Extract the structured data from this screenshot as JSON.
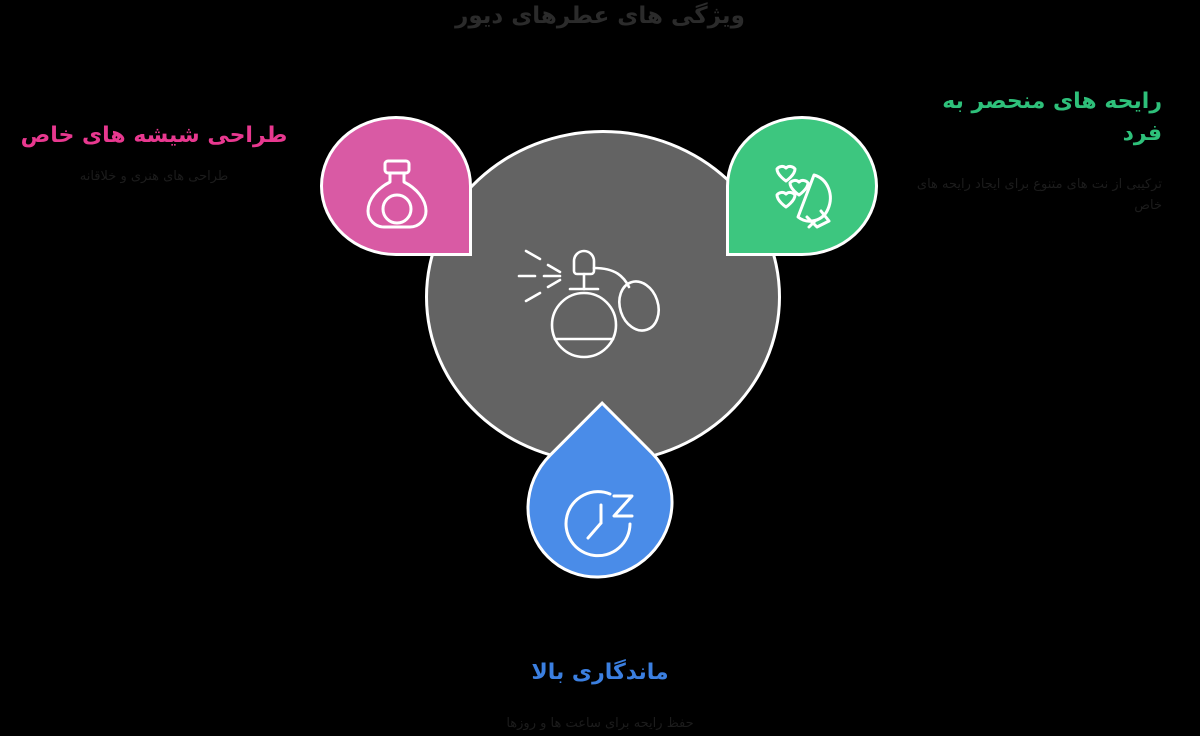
{
  "page": {
    "background_color": "#000000",
    "direction": "rtl"
  },
  "header": {
    "title": "ویژگی های عطرهای دیور",
    "title_color": "#2b2b2b"
  },
  "center": {
    "icon": "perfume-atomizer-icon",
    "fill_color": "#636363",
    "stroke_color": "#ffffff"
  },
  "nodes": [
    {
      "key": "unique-scents",
      "title": "رایحه های منحصر به فرد",
      "subtitle": "ترکیبی از نت های متنوع برای ایجاد رایحه های خاص",
      "color": "#3dc67f",
      "title_color": "#2ec07a",
      "subtitle_color": "#1c1c1c",
      "icon": "flower-bouquet-icon",
      "position": "top-right"
    },
    {
      "key": "bottle-design",
      "title": "طراحی شیشه های خاص",
      "subtitle": "طراحی های هنری و خلاقانه",
      "color": "#d95aa4",
      "title_color": "#e8388f",
      "subtitle_color": "#1c1c1c",
      "icon": "perfume-flask-icon",
      "position": "top-left"
    },
    {
      "key": "longevity",
      "title": "ماندگاری بالا",
      "subtitle": "حفظ رایحه برای ساعت ها و روزها",
      "color": "#4a8ce8",
      "title_color": "#3b7fe0",
      "subtitle_color": "#1c1c1c",
      "icon": "clock-sleep-icon",
      "position": "bottom-center"
    }
  ],
  "chart_data": {
    "type": "diagram",
    "title": "ویژگی های عطرهای دیور",
    "subtype": "hub-and-spoke-bubble",
    "hub": {
      "label": "",
      "icon": "perfume-atomizer-icon",
      "color": "#636363"
    },
    "spokes": [
      {
        "label": "رایحه های منحصر به فرد",
        "detail": "ترکیبی از نت های متنوع برای ایجاد رایحه های خاص",
        "color": "#3dc67f",
        "angle_deg": 45
      },
      {
        "label": "طراحی شیشه های خاص",
        "detail": "طراحی های هنری و خلاقانه",
        "color": "#d95aa4",
        "angle_deg": 135
      },
      {
        "label": "ماندگاری بالا",
        "detail": "حفظ رایحه برای ساعت ها و روزها",
        "color": "#4a8ce8",
        "angle_deg": 270
      }
    ]
  }
}
